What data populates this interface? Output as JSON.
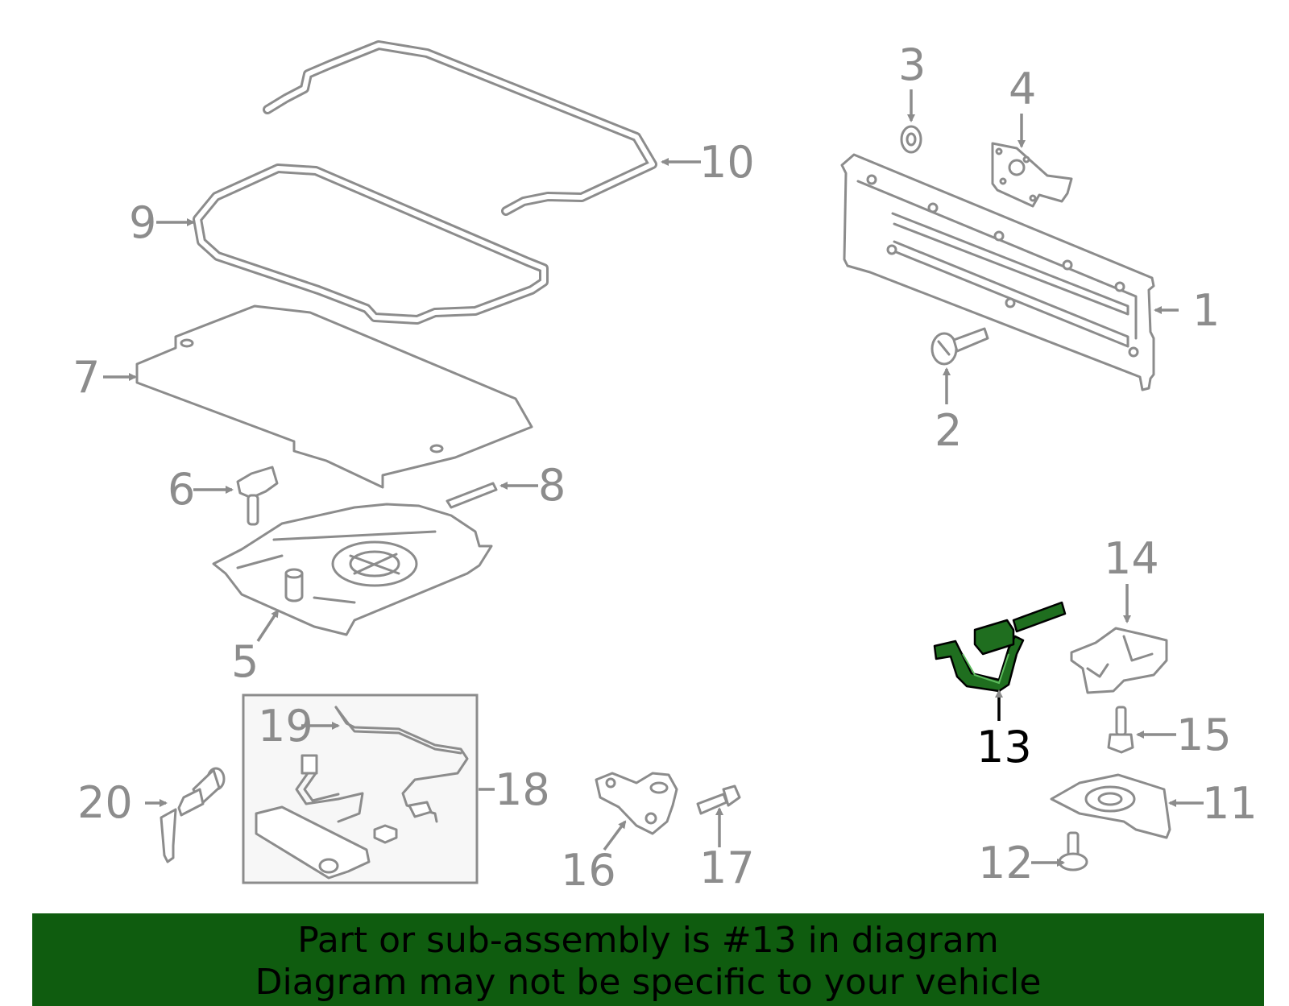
{
  "callouts": {
    "c1": "1",
    "c2": "2",
    "c3": "3",
    "c4": "4",
    "c5": "5",
    "c6": "6",
    "c7": "7",
    "c8": "8",
    "c9": "9",
    "c10": "10",
    "c11": "11",
    "c12": "12",
    "c13": "13",
    "c14": "14",
    "c15": "15",
    "c16": "16",
    "c17": "17",
    "c18": "18",
    "c19": "19",
    "c20": "20"
  },
  "highlighted_part": "13",
  "colors": {
    "banner_background": "#0f5c0f",
    "highlight_part": "#1f6e1f",
    "line_art": "#8c8c8c"
  },
  "banner": {
    "line1": "Part or sub-assembly is #13 in diagram",
    "line2": "Diagram may not be specific to your vehicle"
  }
}
